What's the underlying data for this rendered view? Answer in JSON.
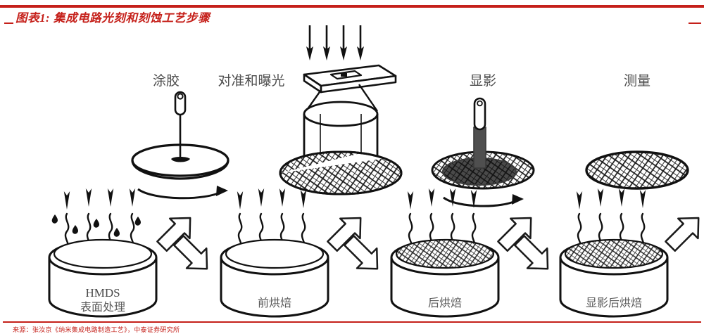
{
  "header": {
    "exhibit_title": "图表1: 集成电路光刻和刻蚀工艺步骤",
    "rule_color": "#c5201a"
  },
  "footer": {
    "source": "来源：张汝京《纳米集成电路制造工艺》，中泰证券研究所"
  },
  "figure": {
    "title_caption": "集成电路光刻和刻蚀工艺步骤",
    "top_row": {
      "stages": [
        {
          "id": "coat",
          "label": "涂胶",
          "icon": "spin-coater-icon",
          "desc": "dispenser nozzle over rotating wafer",
          "rotation_arrow": true,
          "wafer_fill": "blank"
        },
        {
          "id": "align-expose",
          "label": "对准和曝光",
          "icon": "stepper-exposure-icon",
          "desc": "light arrows through reticle and projection lens onto wafer",
          "rotation_arrow": false,
          "wafer_fill": "hatched-partial",
          "light_arrows": 4
        },
        {
          "id": "develop",
          "label": "显影",
          "icon": "developer-nozzle-icon",
          "desc": "developer nozzle dispensing puddle on hatched wafer",
          "rotation_arrow": true,
          "wafer_fill": "hatched-with-puddle"
        },
        {
          "id": "measure",
          "label": "测量",
          "icon": "wafer-icon",
          "desc": "patterned wafer for metrology",
          "rotation_arrow": false,
          "wafer_fill": "hatched"
        }
      ]
    },
    "bottom_row": {
      "stations": [
        {
          "id": "hmds",
          "label_en": "HMDS",
          "label_cn": "表面处理",
          "icon": "hotplate-icon",
          "vapor_lines": 4,
          "heat_arrows": 4,
          "droplets": 5,
          "top_fill": "blank"
        },
        {
          "id": "soft-bake",
          "label_en": "",
          "label_cn": "前烘焙",
          "icon": "hotplate-icon",
          "vapor_lines": 4,
          "heat_arrows": 4,
          "droplets": 0,
          "top_fill": "blank"
        },
        {
          "id": "post-exposure-bake",
          "label_en": "",
          "label_cn": "后烘焙",
          "icon": "hotplate-icon",
          "vapor_lines": 4,
          "heat_arrows": 4,
          "droplets": 0,
          "top_fill": "hatched"
        },
        {
          "id": "post-develop-bake",
          "label_en": "",
          "label_cn": "显影后烘焙",
          "icon": "hotplate-icon",
          "vapor_lines": 4,
          "heat_arrows": 4,
          "droplets": 0,
          "top_fill": "hatched"
        }
      ],
      "flow_arrows": [
        {
          "id": "arrow-hmds-up",
          "direction": "up-right"
        },
        {
          "id": "arrow-to-soft-bake",
          "direction": "down-right"
        },
        {
          "id": "arrow-soft-bake-up",
          "direction": "up-right"
        },
        {
          "id": "arrow-to-peb",
          "direction": "down-right"
        },
        {
          "id": "arrow-peb-up",
          "direction": "up-right"
        },
        {
          "id": "arrow-to-pdb",
          "direction": "down-right"
        },
        {
          "id": "arrow-pdb-up",
          "direction": "up-right"
        }
      ]
    },
    "colors": {
      "line": "#111111",
      "label_gray": "#4d4d4d",
      "puddle": "#4a4a4a",
      "accent_red": "#c5201a"
    }
  }
}
